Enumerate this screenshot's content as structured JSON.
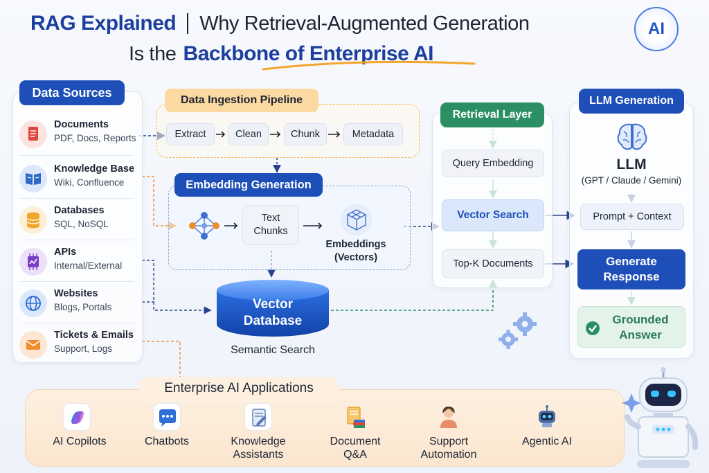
{
  "header": {
    "title_blue": "RAG Explained",
    "title_rest": "Why Retrieval-Augmented Generation",
    "line2_prefix": "Is the",
    "line2_highlight": "Backbone of Enterprise AI",
    "badge": "AI"
  },
  "data_sources": {
    "title": "Data Sources",
    "items": [
      {
        "title": "Documents",
        "sub": "PDF, Docs, Reports",
        "icon": "document-icon",
        "color": "#e0473c"
      },
      {
        "title": "Knowledge Base",
        "sub": "Wiki, Confluence",
        "icon": "book-icon",
        "color": "#3169c9"
      },
      {
        "title": "Databases",
        "sub": "SQL, NoSQL",
        "icon": "database-icon",
        "color": "#f1a62b"
      },
      {
        "title": "APIs",
        "sub": "Internal/External",
        "icon": "chip-icon",
        "color": "#7b3fc6"
      },
      {
        "title": "Websites",
        "sub": "Blogs, Portals",
        "icon": "globe-icon",
        "color": "#2f6fd6"
      },
      {
        "title": "Tickets & Emails",
        "sub": "Support, Logs",
        "icon": "mail-icon",
        "color": "#f08c2e"
      }
    ]
  },
  "ingestion": {
    "title": "Data Ingestion Pipeline",
    "steps": [
      "Extract",
      "Clean",
      "Chunk",
      "Metadata"
    ]
  },
  "embedding": {
    "title": "Embedding Generation",
    "text_chunks": "Text Chunks",
    "embeddings_l1": "Embeddings",
    "embeddings_l2": "(Vectors)"
  },
  "vector_db": {
    "line1": "Vector",
    "line2": "Database",
    "caption": "Semantic Search"
  },
  "retrieval": {
    "title": "Retrieval Layer",
    "query": "Query Embedding",
    "search": "Vector Search",
    "topk": "Top-K Documents"
  },
  "llm": {
    "title": "LLM Generation",
    "name": "LLM",
    "models": "(GPT / Claude / Gemini)",
    "prompt": "Prompt + Context",
    "generate_l1": "Generate",
    "generate_l2": "Response",
    "answer_l1": "Grounded",
    "answer_l2": "Answer"
  },
  "apps": {
    "title": "Enterprise AI Applications",
    "items": [
      {
        "l1": "AI Copilots",
        "l2": "",
        "icon": "copilot-icon",
        "color": "#3f7be8"
      },
      {
        "l1": "Chatbots",
        "l2": "",
        "icon": "chat-icon",
        "color": "#2f6fd6"
      },
      {
        "l1": "Knowledge",
        "l2": "Assistants",
        "icon": "assistant-doc-icon",
        "color": "#5a7bb8"
      },
      {
        "l1": "Document",
        "l2": "Q&A",
        "icon": "document-stack-icon",
        "color": "#f2a93b"
      },
      {
        "l1": "Support",
        "l2": "Automation",
        "icon": "agent-person-icon",
        "color": "#e88d6a"
      },
      {
        "l1": "Agentic AI",
        "l2": "",
        "icon": "robot-icon",
        "color": "#4d6fa8"
      }
    ]
  },
  "colors": {
    "primary_blue": "#1e4fb8",
    "ingest_orange": "#f4b54a",
    "retrieval_green": "#2c8f63"
  }
}
